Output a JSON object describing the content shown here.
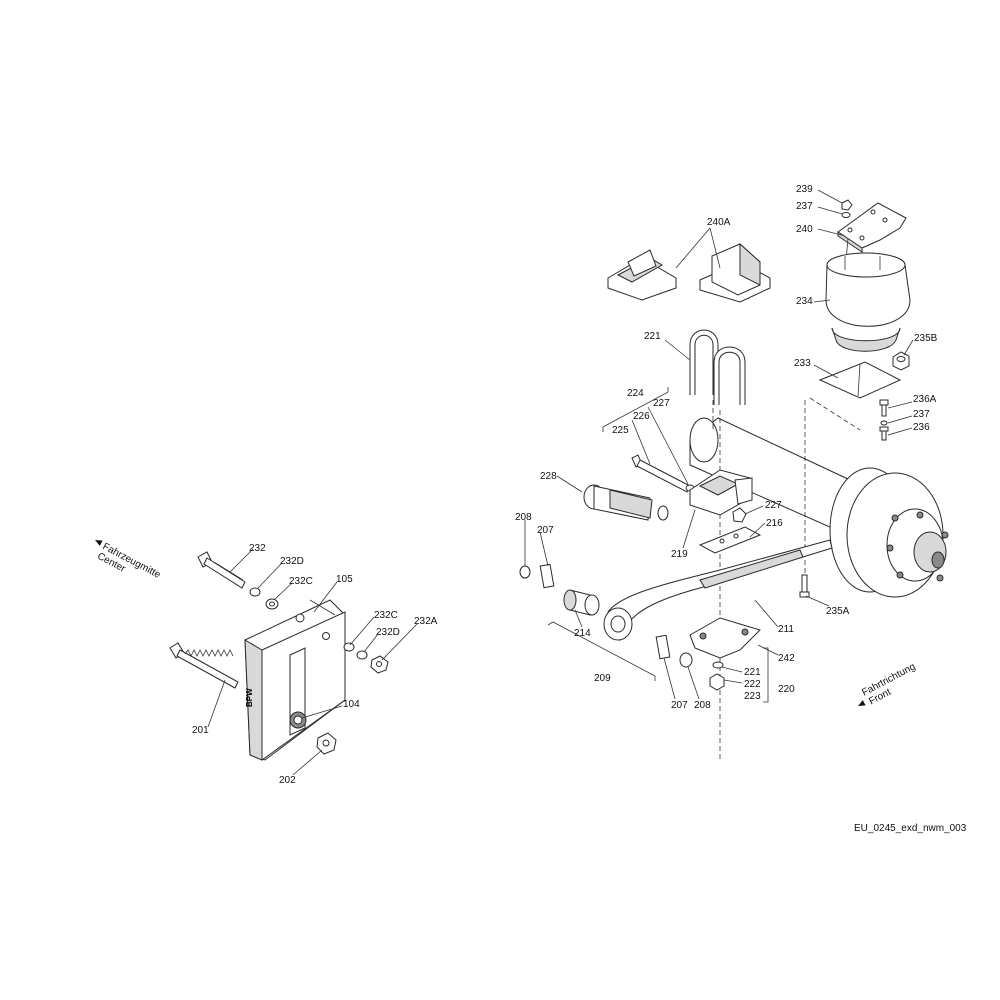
{
  "direction_center": {
    "line1": "Fahrzeugmitte",
    "line2": "Center"
  },
  "direction_front": {
    "line1": "Fahrtrichtung",
    "line2": "Front"
  },
  "drawing_reference": "EU_0245_exd_nwm_003",
  "bracket_brand": "BPW",
  "labels": {
    "p239": "239",
    "p237a": "237",
    "p240": "240",
    "p240A": "240A",
    "p234": "234",
    "p235B": "235B",
    "p233": "233",
    "p221a": "221",
    "p224": "224",
    "p227a": "227",
    "p226": "226",
    "p225": "225",
    "p236A": "236A",
    "p237b": "237",
    "p236": "236",
    "p228": "228",
    "p227b": "227",
    "p216": "216",
    "p219": "219",
    "p208a": "208",
    "p207a": "207",
    "p214": "214",
    "p211": "211",
    "p235A": "235A",
    "p209": "209",
    "p242": "242",
    "p221b": "221",
    "p222": "222",
    "p223": "223",
    "p220": "220",
    "p207b": "207",
    "p208b": "208",
    "p232": "232",
    "p232D": "232D",
    "p232C": "232C",
    "p105": "105",
    "p232Cb": "232C",
    "p232Db": "232D",
    "p232A": "232A",
    "p201": "201",
    "p104": "104",
    "p202": "202"
  }
}
